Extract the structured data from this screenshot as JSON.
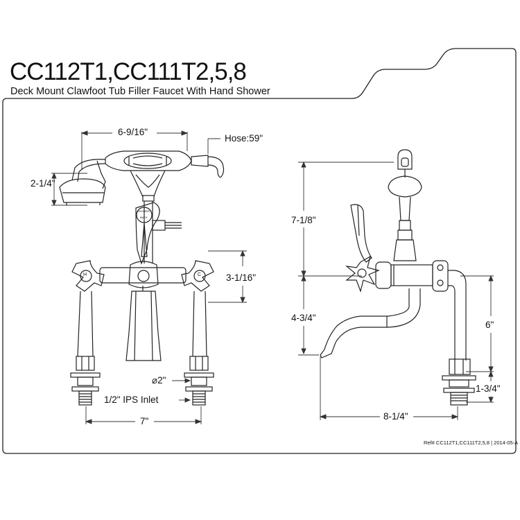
{
  "header": {
    "model_numbers": "CC112T1,CC111T2,5,8",
    "product_description": "Deck Mount Clawfoot Tub Filler Faucet With Hand Shower"
  },
  "front_view": {
    "dim_handshower_width": "6-9/16\"",
    "dim_hose": "Hose:59\"",
    "dim_handshower_height": "2-1/4\"",
    "dim_handle_height": "3-1/16\"",
    "dim_diameter": "⌀2\"",
    "dim_inlet": "1/2\" IPS Inlet",
    "dim_center_spread": "7\"",
    "handle_left_letter": "H",
    "handle_right_letter": "C",
    "diverter_text_top": "SHOWER",
    "diverter_text_bottom": "BATH"
  },
  "side_view": {
    "dim_upper_height": "7-1/8\"",
    "dim_spout_height": "4-3/4\"",
    "dim_riser_height": "6\"",
    "dim_deck_height": "1-3/4\"",
    "dim_spout_reach": "8-1/4\""
  },
  "footer": {
    "reference": "Ref# CC112T1,CC111T2,5,8 | 2014-05-A"
  }
}
